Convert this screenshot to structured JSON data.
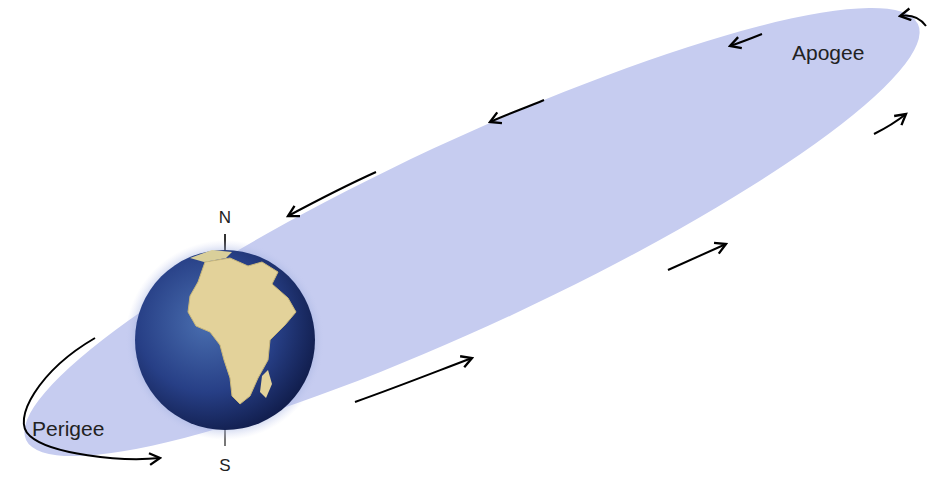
{
  "diagram": {
    "labels": [
      "N",
      "S",
      "Perigee",
      "Apogee"
    ]
  }
}
